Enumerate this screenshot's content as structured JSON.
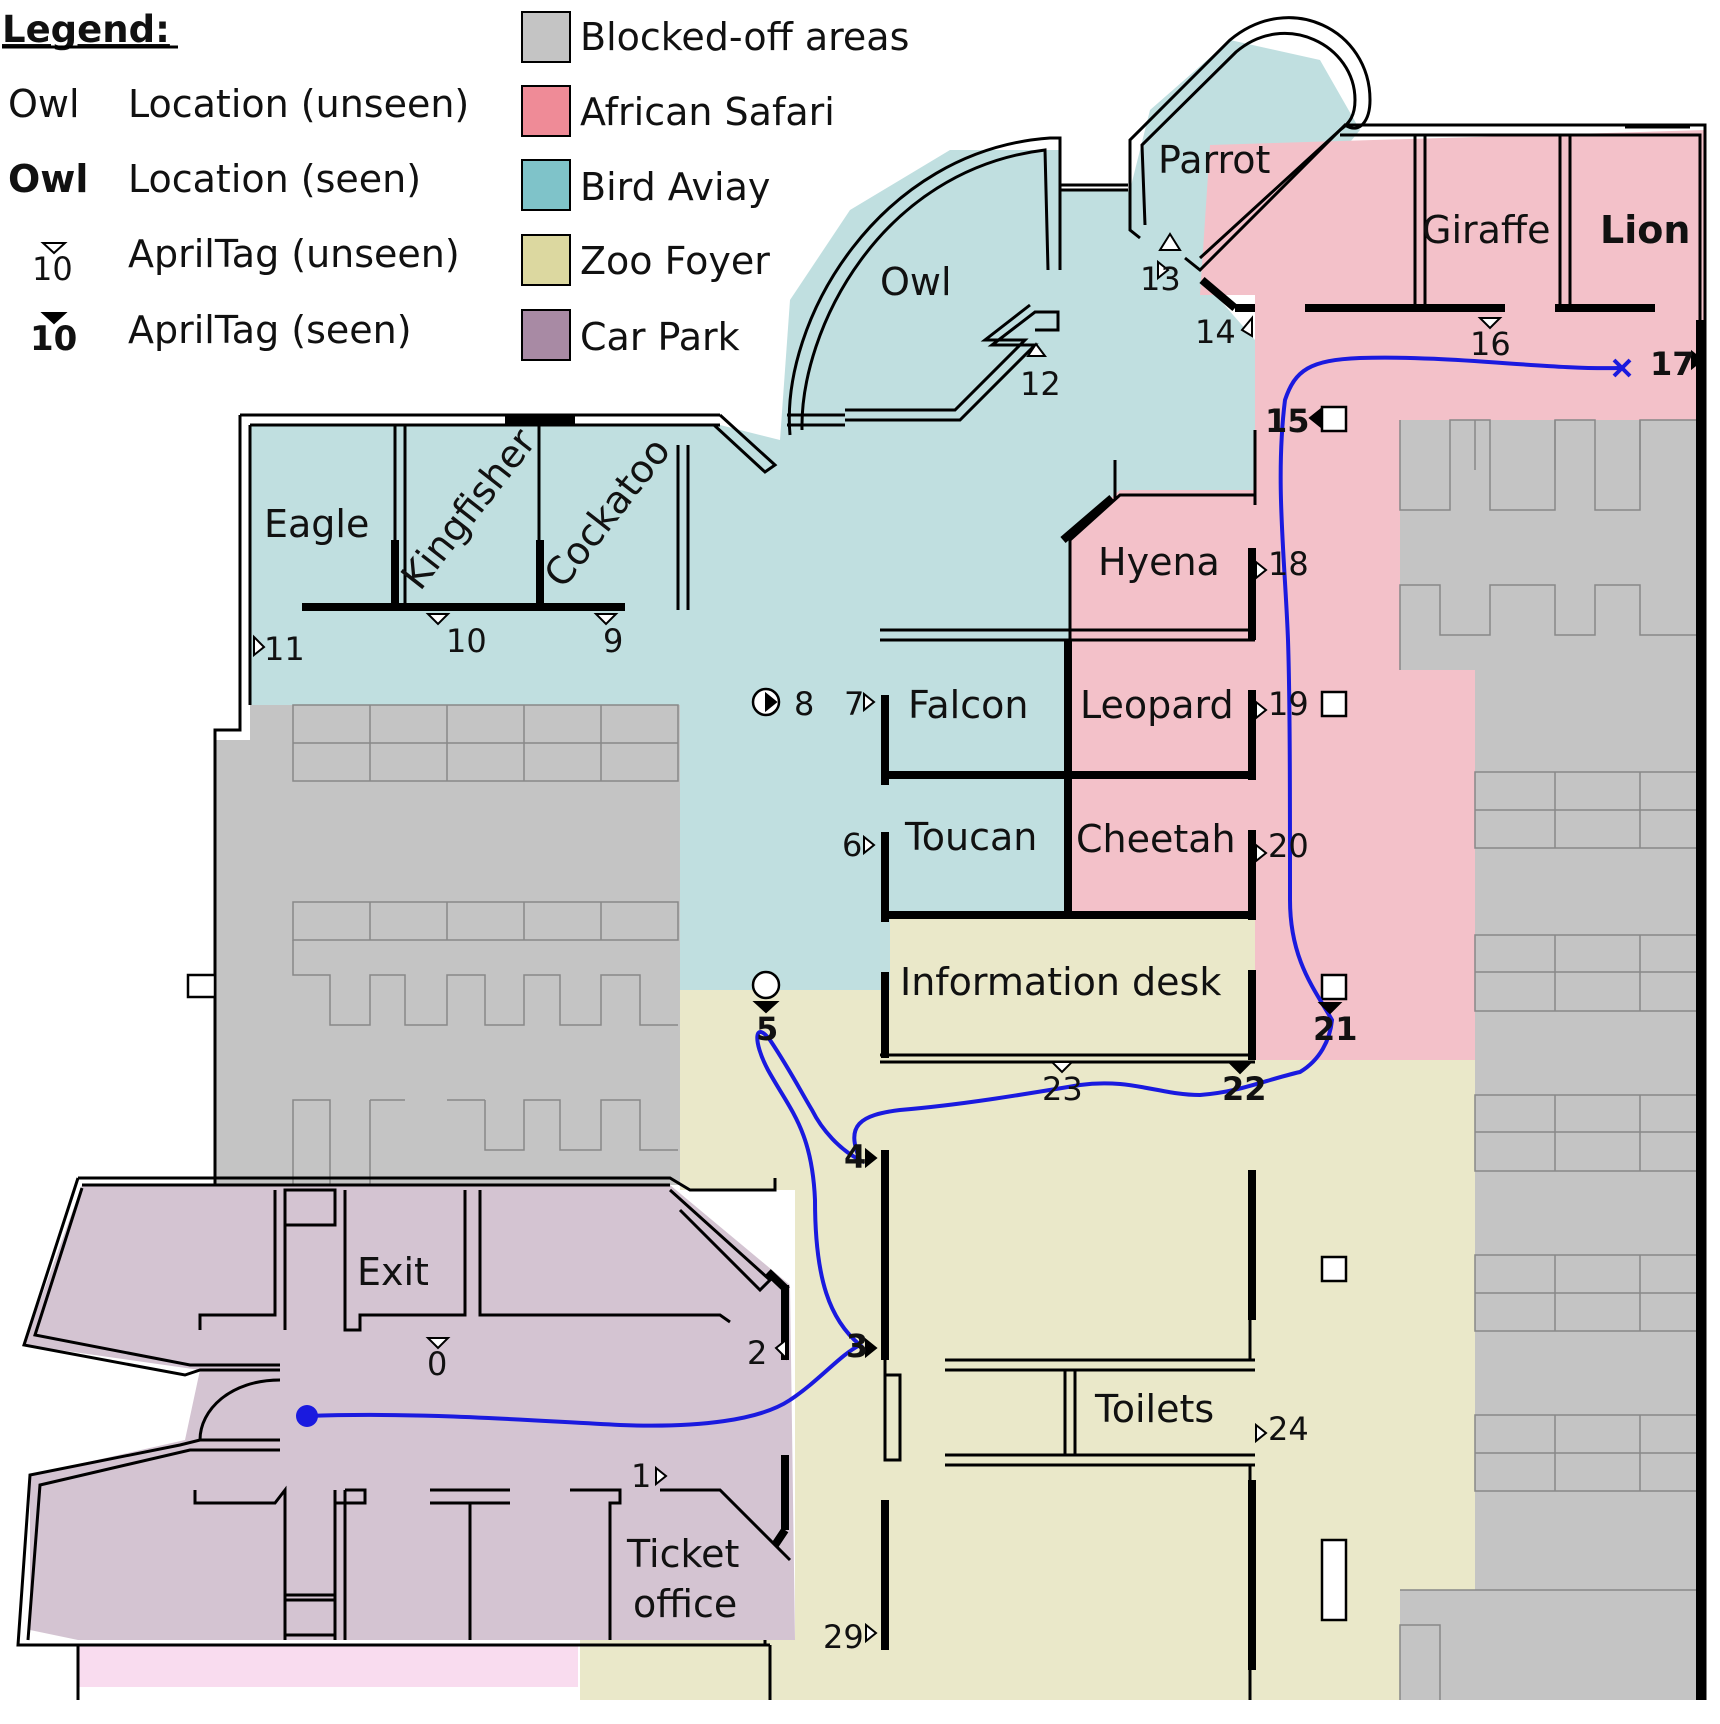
{
  "legend": {
    "title": "Legend:",
    "rows": [
      {
        "symbol": "Owl",
        "desc": "Location (unseen)"
      },
      {
        "symbol": "Owl",
        "desc": "Location (seen)"
      },
      {
        "symbol": "10",
        "desc": "AprilTag (unseen)"
      },
      {
        "symbol": "10",
        "desc": "AprilTag (seen)"
      }
    ],
    "areas": [
      {
        "label": "Blocked-off areas",
        "color": "#c4c4c4"
      },
      {
        "label": "African Safari",
        "color": "#ef8b97"
      },
      {
        "label": "Bird Aviay",
        "color": "#7fc3c9"
      },
      {
        "label": "Zoo Foyer",
        "color": "#dcd8a0"
      },
      {
        "label": "Car Park",
        "color": "#a88aa4"
      }
    ]
  },
  "map_colors": {
    "blocked": "#c4c4c4",
    "safari": "#f3c1c9",
    "bird": "#c0dfe0",
    "foyer": "#eae8c9",
    "carpark": "#d4c4d2",
    "route": "#1a1adf"
  },
  "locations": {
    "parrot": "Parrot",
    "owl": "Owl",
    "giraffe": "Giraffe",
    "lion": "Lion",
    "eagle": "Eagle",
    "kingfisher": "Kingfisher",
    "cockatoo": "Cockatoo",
    "hyena": "Hyena",
    "falcon": "Falcon",
    "leopard": "Leopard",
    "toucan": "Toucan",
    "cheetah": "Cheetah",
    "info_desk": "Information desk",
    "exit": "Exit",
    "toilets": "Toilets",
    "ticket_1": "Ticket",
    "ticket_2": "office"
  },
  "tags": {
    "t0": "0",
    "t1": "1",
    "t2": "2",
    "t3": "3",
    "t4": "4",
    "t5": "5",
    "t6": "6",
    "t7": "7",
    "t8": "8",
    "t9": "9",
    "t10": "10",
    "t11": "11",
    "t12": "12",
    "t13": "13",
    "t14": "14",
    "t15": "15",
    "t16": "16",
    "t17": "17",
    "t18": "18",
    "t19": "19",
    "t20": "20",
    "t21": "21",
    "t22": "22",
    "t23": "23",
    "t24": "24",
    "t29": "29"
  }
}
